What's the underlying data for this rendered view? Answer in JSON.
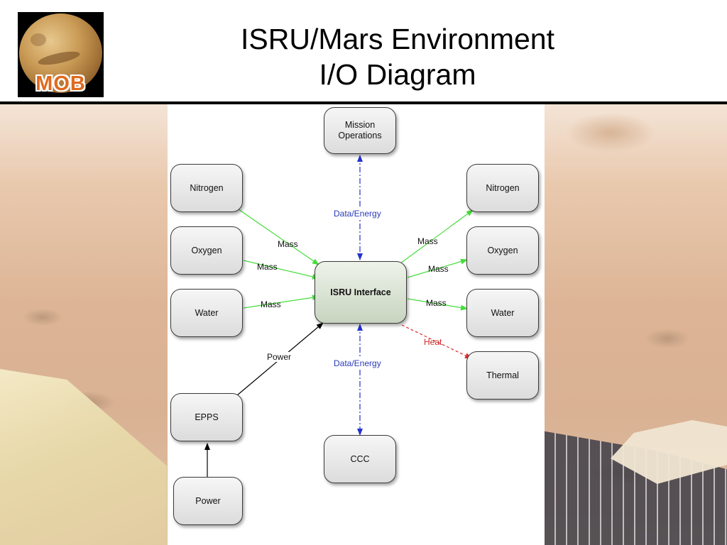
{
  "slide": {
    "title_line1": "ISRU/Mars Environment",
    "title_line2": "I/O Diagram",
    "logo_text": "MOB"
  },
  "colors": {
    "mass_edge": "#44dd3a",
    "data_energy_edge": "#2233cc",
    "heat_edge": "#e02a2a",
    "power_edge": "#000000",
    "center_node_fill": "#c8d4bf"
  },
  "diagram": {
    "nodes": {
      "mission_operations": "Mission\nOperations",
      "nitrogen_in": "Nitrogen",
      "oxygen_in": "Oxygen",
      "water_in": "Water",
      "isru_interface": "ISRU Interface",
      "nitrogen_out": "Nitrogen",
      "oxygen_out": "Oxygen",
      "water_out": "Water",
      "thermal": "Thermal",
      "epps": "EPPS",
      "power": "Power",
      "ccc": "CCC"
    },
    "edges": {
      "data_energy_top": "Data/Energy",
      "mass_nitrogen_in": "Mass",
      "mass_oxygen_in": "Mass",
      "mass_water_in": "Mass",
      "mass_nitrogen_out": "Mass",
      "mass_oxygen_out": "Mass",
      "mass_water_out": "Mass",
      "heat": "Heat",
      "power_epps": "Power",
      "data_energy_bottom": "Data/Energy"
    }
  }
}
